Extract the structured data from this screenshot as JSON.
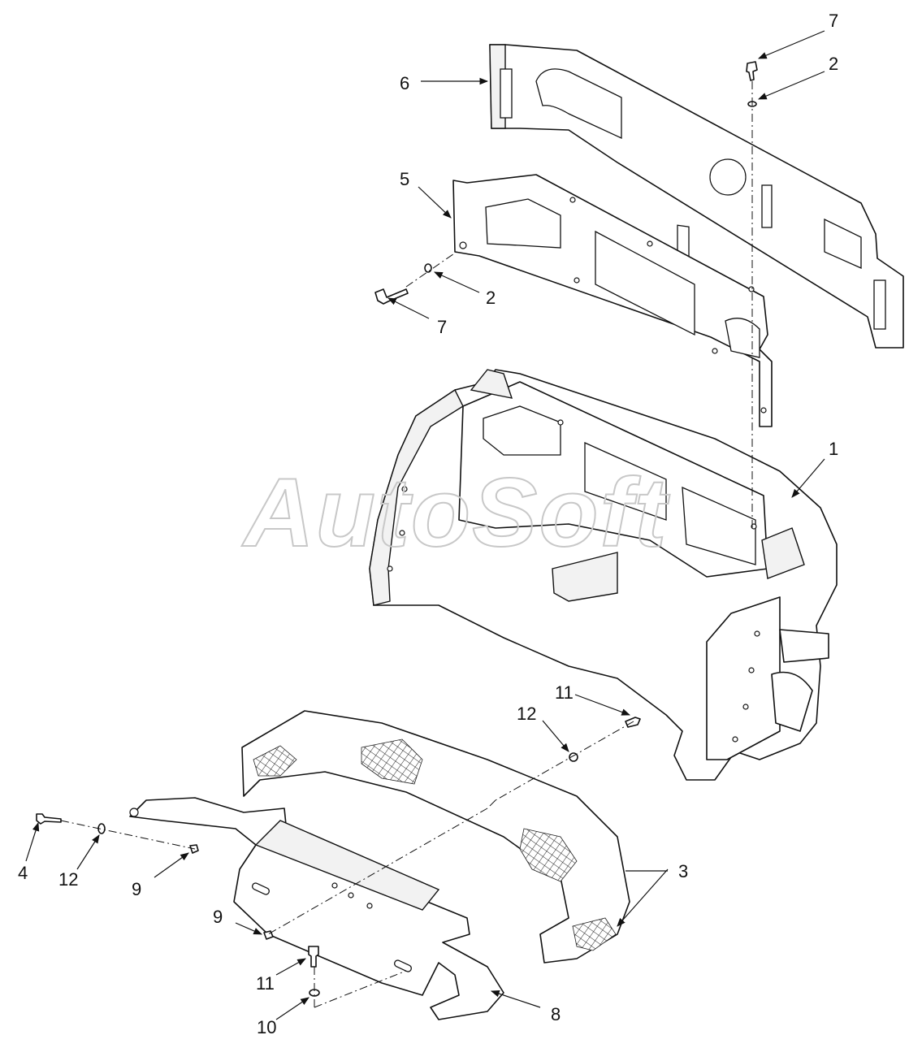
{
  "watermark": {
    "text": "AutoSoft"
  },
  "callouts": {
    "c1": "1",
    "c2a": "2",
    "c2b": "2",
    "c3": "3",
    "c4": "4",
    "c5": "5",
    "c6": "6",
    "c7a": "7",
    "c7b": "7",
    "c8": "8",
    "c9a": "9",
    "c9b": "9",
    "c10": "10",
    "c11a": "11",
    "c11b": "11",
    "c12a": "12",
    "c12b": "12"
  }
}
